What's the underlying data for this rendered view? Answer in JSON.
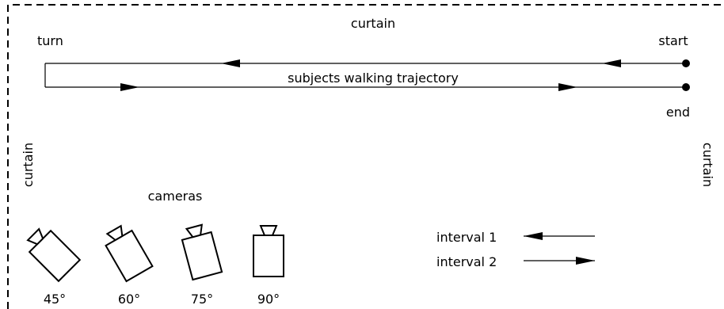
{
  "labels": {
    "curtain_top": "curtain",
    "curtain_left": "curtain",
    "curtain_right": "curtain",
    "turn": "turn",
    "start": "start",
    "end": "end",
    "trajectory": "subjects walking trajectory",
    "cameras_title": "cameras"
  },
  "cameras": [
    {
      "angle": 45,
      "label": "45°"
    },
    {
      "angle": 60,
      "label": "60°"
    },
    {
      "angle": 75,
      "label": "75°"
    },
    {
      "angle": 90,
      "label": "90°"
    }
  ],
  "legend": {
    "interval_1": "interval 1",
    "interval_2": "interval 2"
  },
  "colors": {
    "ink": "#000000",
    "background": "#ffffff"
  }
}
